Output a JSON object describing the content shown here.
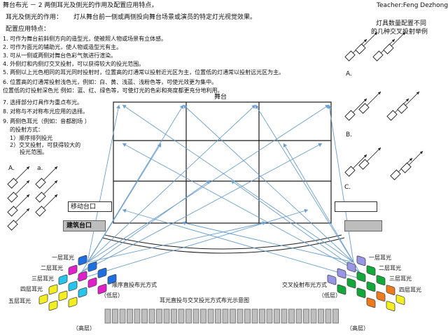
{
  "header": {
    "title": "舞台布光 － 2  两侧耳光及侧光的作用及配置应用特点，",
    "teacher": "Teacher:Feng Dezhong"
  },
  "intro": {
    "heading": "耳光及侧光的作用：",
    "text": "灯从舞台前一侧或两侧投向舞台场景或演员的特定灯光视觉效果。",
    "subheading": "配置应用特点："
  },
  "points": [
    "1. 可作为舞台前斜侧方向的造型光，使被照人物或场景有立体感。",
    "2. 可作为面光的辅助光，使人物或造型光有主。",
    "3. 可从一侧或两侧对舞台色彩气氛进行渲染。",
    "4. 外侧灯和内侧灯交叉投射，可以获得较大的投光范围。",
    "5. 两侧以上光色相同的耳光同时投射时，位置高的灯通常以投射近光区为主，位置低的灯通常以投射远光区为主。",
    "6. 位置高的灯通常投射浅色光，例如：白、黄、浅蓝、浅粉色等，可使光效更为集中。",
    "   位置低的灯投射深色光 例如：蓝、红、绿色等，可使灯光的色彩和亮度都更充分地利用。",
    "7. 选择部分灯具作为重点布光。",
    "8. 对称与不对称布光应用的选择。",
    "9. 两侧色耳光（例如：音都剧场 ）",
    "的投射方式："
  ],
  "projection_modes": [
    "1）顺序排列投光",
    "2）交叉投射，可获得较大的",
    "投光范围。"
  ],
  "right_note": {
    "line1": "灯具数量配置不同",
    "line2": "的几种交叉投射举例"
  },
  "letters": {
    "a_upper": "A.",
    "a_lower": "a.",
    "b": "B.",
    "c": "C."
  },
  "stage": {
    "label": "舞台",
    "moving_platform": "移动台口",
    "building_platform": "建筑台口"
  },
  "left_tower": {
    "levels": [
      "一层耳光",
      "二层耳光",
      "三层耳光",
      "四层耳光",
      "五层耳光"
    ],
    "method": "顺序直投布光方式",
    "low": "（低层）",
    "high": "（高层）"
  },
  "right_tower": {
    "levels": [
      "一层耳光",
      "二层耳光",
      "三层耳光",
      "四层耳光"
    ],
    "method": "交叉投射布光方式",
    "low": "（低层）",
    "high": "（高层）"
  },
  "bottom_caption": "耳光直投与交叉投光方式布光示意图",
  "colors": {
    "blue": "#1e6fe0",
    "magenta": "#e020c8",
    "cyan": "#29c4ea",
    "yellow": "#f2ee22",
    "lavender": "#9a96e6",
    "green": "#12a83a",
    "orange": "#ee7a1e",
    "grid_line": "#1a1a1a",
    "beam_line": "#6a9fd0",
    "seat": "#bfbfbf"
  }
}
